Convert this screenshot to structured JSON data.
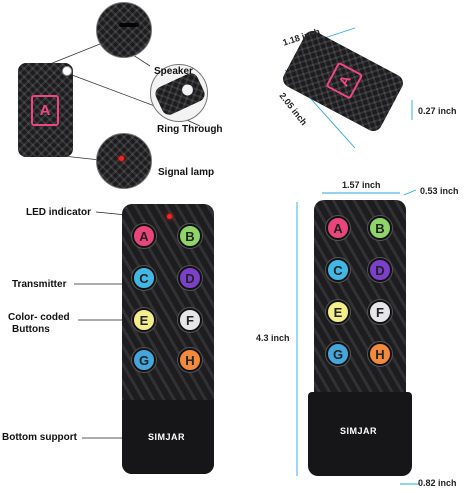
{
  "callouts": {
    "speaker": "Speaker",
    "ring_through": "Ring Through",
    "signal_lamp": "Signal lamp",
    "led_indicator": "LED indicator",
    "transmitter": "Transmitter",
    "color_coded_1": "Color- coded",
    "color_coded_2": "Buttons",
    "bottom_support": "Bottom support"
  },
  "dimensions": {
    "tag_width": "1.18 inch",
    "tag_length": "2.05 inch",
    "tag_thickness": "0.27 inch",
    "remote_width": "1.57 inch",
    "remote_depth": "0.53 inch",
    "remote_height": "4.3 inch",
    "base_depth": "0.82 inch"
  },
  "tag": {
    "letter": "A"
  },
  "brand": "SIMJAR",
  "buttons": [
    {
      "letter": "A",
      "color": "#e8457a"
    },
    {
      "letter": "B",
      "color": "#8fd46a"
    },
    {
      "letter": "C",
      "color": "#41b8e4"
    },
    {
      "letter": "D",
      "color": "#7b3fc9"
    },
    {
      "letter": "E",
      "color": "#f3ee8a"
    },
    {
      "letter": "F",
      "color": "#e6e6ea"
    },
    {
      "letter": "G",
      "color": "#44a6da"
    },
    {
      "letter": "H",
      "color": "#f18a3c"
    }
  ],
  "colors": {
    "tag_accent": "#f0467e",
    "led": "#ff2020",
    "dimension_line": "#2aa7e2"
  }
}
